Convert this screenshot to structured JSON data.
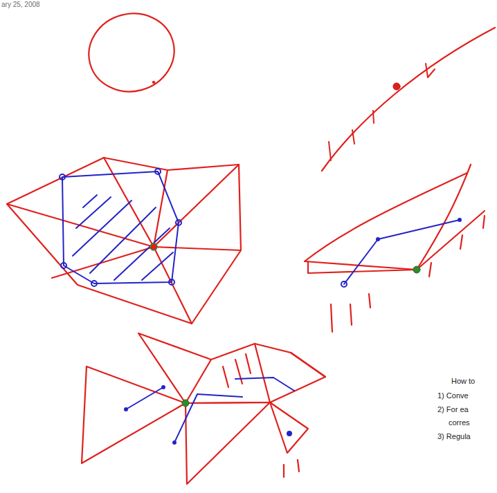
{
  "diagram": {
    "labels": [
      "ary 25, 2008",
      "How to",
      "1) Conve",
      "2) For ea",
      "corres",
      "3) Regula"
    ]
  }
}
